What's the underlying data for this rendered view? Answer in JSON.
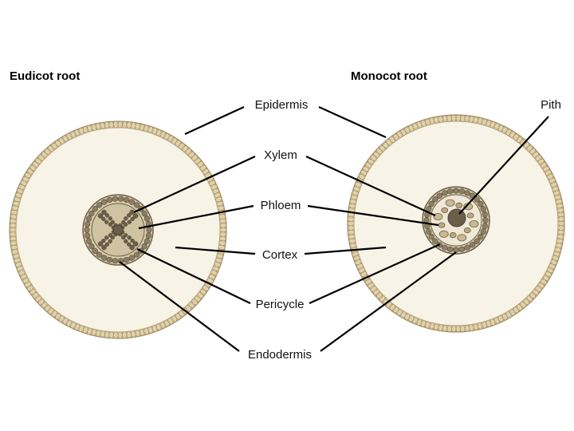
{
  "diagram": {
    "left_title": "Eudicot root",
    "right_title": "Monocot root",
    "labels": {
      "epidermis": "Epidermis",
      "xylem": "Xylem",
      "phloem": "Phloem",
      "cortex": "Cortex",
      "pericycle": "Pericycle",
      "endodermis": "Endodermis",
      "pith": "Pith"
    }
  },
  "colors": {
    "background": "#ffffff",
    "cortex_fill": "#f7f3e6",
    "epidermis_cell": "#d9c79e",
    "epidermis_outline": "#9c8a62",
    "stele_dark": "#6b5f4a",
    "stele_cell": "#c9b995",
    "leader_line": "#000000"
  }
}
